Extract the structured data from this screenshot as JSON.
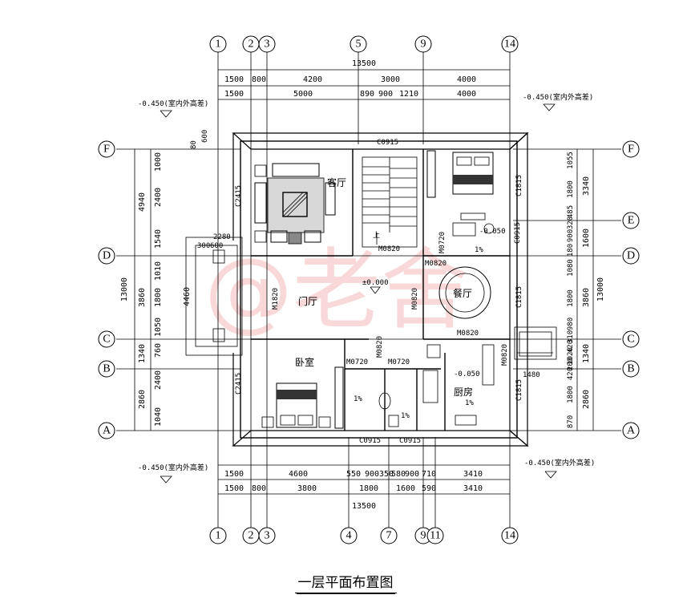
{
  "caption": "一层平面布置图",
  "watermark": "@老舍",
  "axes": {
    "top": [
      "1",
      "2",
      "3",
      "5",
      "9",
      "14"
    ],
    "bottom": [
      "1",
      "2",
      "3",
      "4",
      "7",
      "9",
      "11",
      "14"
    ],
    "left": [
      "F",
      "D",
      "C",
      "B",
      "A"
    ],
    "right": [
      "F",
      "E",
      "D",
      "C",
      "B",
      "A"
    ]
  },
  "overall": {
    "width": "13500",
    "depth": "13000"
  },
  "top_dims": {
    "row1": [
      "1500",
      "800",
      "4200",
      "3000",
      "4000"
    ],
    "row2": [
      "1500",
      "5000",
      "890",
      "900",
      "1210",
      "4000"
    ]
  },
  "bottom_dims": {
    "row1": [
      "1500",
      "4600",
      "550",
      "900",
      "350",
      "580",
      "900",
      "710",
      "3410"
    ],
    "row2": [
      "1500",
      "800",
      "3800",
      "1800",
      "1600",
      "590",
      "3410"
    ]
  },
  "left_dims": {
    "outer": [
      "4940",
      "3860",
      "1340",
      "2860"
    ],
    "inner": [
      "1000",
      "2400",
      "1540",
      "1010",
      "1800",
      "1050",
      "760",
      "2400",
      "1040"
    ],
    "porch": "4460"
  },
  "right_dims": {
    "outer": [
      "3340",
      "1600",
      "3860",
      "1340",
      "2860"
    ],
    "inner": [
      "1055",
      "1800",
      "485",
      "320",
      "900",
      "180",
      "1080",
      "1800",
      "980",
      "310",
      "420",
      "1020",
      "200",
      "420",
      "1800",
      "870"
    ]
  },
  "levels": {
    "exterior": "-0.450(室内外高差)",
    "main": "±0.000",
    "wet": "-0.050"
  },
  "rooms": {
    "living": "客厅",
    "foyer": "门厅",
    "bedroom": "卧室",
    "dining": "餐厅",
    "kitchen": "厨房"
  },
  "openings": {
    "C0915": "C0915",
    "C2415": "C2415",
    "C1815": "C1815",
    "M0820": "M0820",
    "M0720": "M0720",
    "M1820": "M1820"
  },
  "misc": {
    "slope": "1%",
    "stair_up": "上",
    "porch_w": "2280",
    "porch_a": "300",
    "porch_b": "600",
    "kitchen_step": "1480",
    "wall_a": "80",
    "wall_b": "600"
  }
}
